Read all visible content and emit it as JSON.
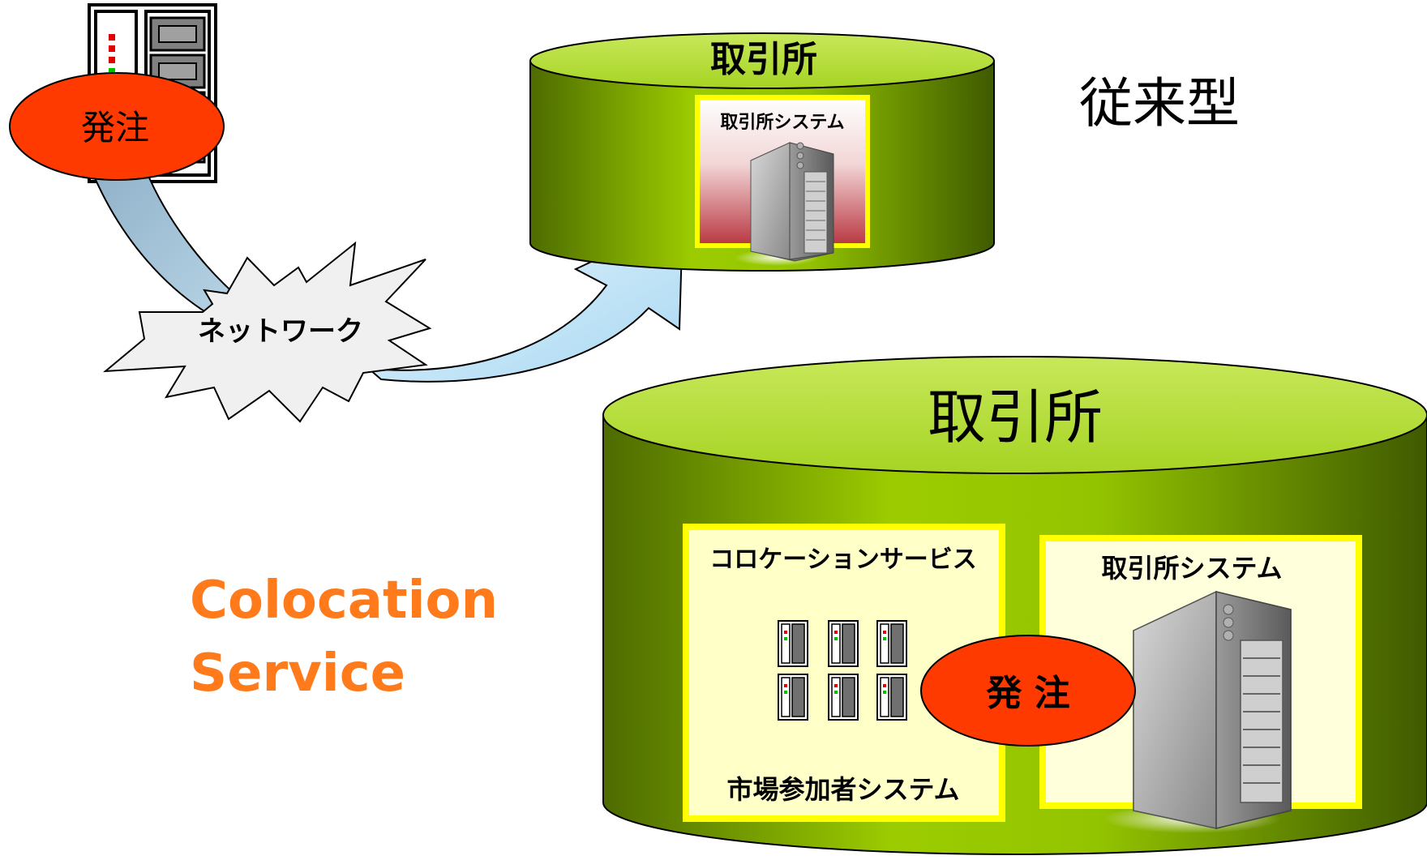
{
  "traditional": {
    "order_label": "発注",
    "network_label": "ネットワーク",
    "exchange_title": "取引所",
    "exchange_system_label": "取引所システム",
    "type_label": "従来型"
  },
  "colocation": {
    "heading_line1": "Colocation",
    "heading_line2": "Service",
    "exchange_title": "取引所",
    "service_label": "コロケーションサービス",
    "participant_system_label": "市場参加者システム",
    "order_label": "発 注",
    "exchange_system_label": "取引所システム"
  },
  "colors": {
    "cylinder_green": "#8ab800",
    "cylinder_top": "#b5dc3a",
    "order_red": "#ff3300",
    "arrow_blue": "#bfe2f5",
    "panel_yellow": "#ffff66",
    "colocation_orange": "#ff7a1a"
  }
}
